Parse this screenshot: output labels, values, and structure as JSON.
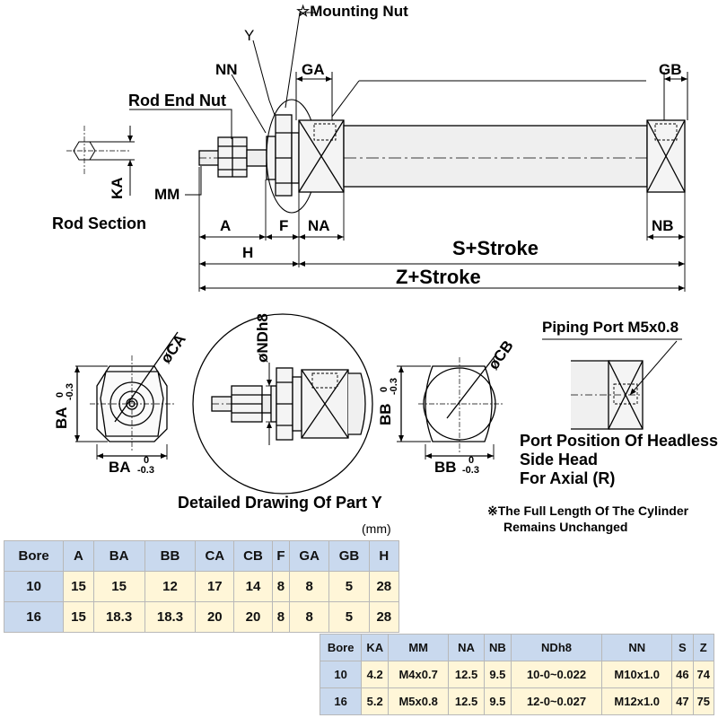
{
  "labels": {
    "mounting_nut": "☆Mounting Nut",
    "y": "Y",
    "nn": "NN",
    "ga": "GA",
    "gb": "GB",
    "rod_end_nut": "Rod End Nut",
    "mm": "MM",
    "ka": "KA",
    "rod_section": "Rod Section",
    "a": "A",
    "f": "F",
    "na": "NA",
    "nb": "NB",
    "h": "H",
    "s_stroke": "S+Stroke",
    "z_stroke": "Z+Stroke",
    "ca": "øCA",
    "cb": "øCB",
    "nd": "øNDh8",
    "ba_vertical": "BA",
    "ba_horizontal": "BA",
    "bb_vertical": "BB",
    "bb_horizontal": "BB",
    "tol_upper": "0",
    "tol_lower": "-0.3",
    "piping_port": "Piping Port M5x0.8",
    "port_position_line1": "Port Position Of Headless",
    "port_position_line2": "Side Head",
    "port_position_line3": "For Axial (R)",
    "detailed_drawing": "Detailed Drawing Of Part Y",
    "unit": "(mm)",
    "note_line1": "※The Full Length Of The Cylinder",
    "note_line2": "Remains Unchanged"
  },
  "table1": {
    "headers": [
      "Bore",
      "A",
      "BA",
      "BB",
      "CA",
      "CB",
      "F",
      "GA",
      "GB",
      "H"
    ],
    "rows": [
      [
        "10",
        "15",
        "15",
        "12",
        "17",
        "14",
        "8",
        "8",
        "5",
        "28"
      ],
      [
        "16",
        "15",
        "18.3",
        "18.3",
        "20",
        "20",
        "8",
        "8",
        "5",
        "28"
      ]
    ]
  },
  "table2": {
    "headers": [
      "Bore",
      "KA",
      "MM",
      "NA",
      "NB",
      "NDh8",
      "NN",
      "S",
      "Z"
    ],
    "rows": [
      [
        "10",
        "4.2",
        "M4x0.7",
        "12.5",
        "9.5",
        "10-0~0.022",
        "M10x1.0",
        "46",
        "74"
      ],
      [
        "16",
        "5.2",
        "M5x0.8",
        "12.5",
        "9.5",
        "12-0~0.027",
        "M12x1.0",
        "47",
        "75"
      ]
    ]
  },
  "colors": {
    "line": "#000000",
    "body_fill": "#f0f0f0",
    "header_fill": "#c9d9ee",
    "cell_fill": "#fff6d8",
    "border": "#b8b8b8"
  }
}
